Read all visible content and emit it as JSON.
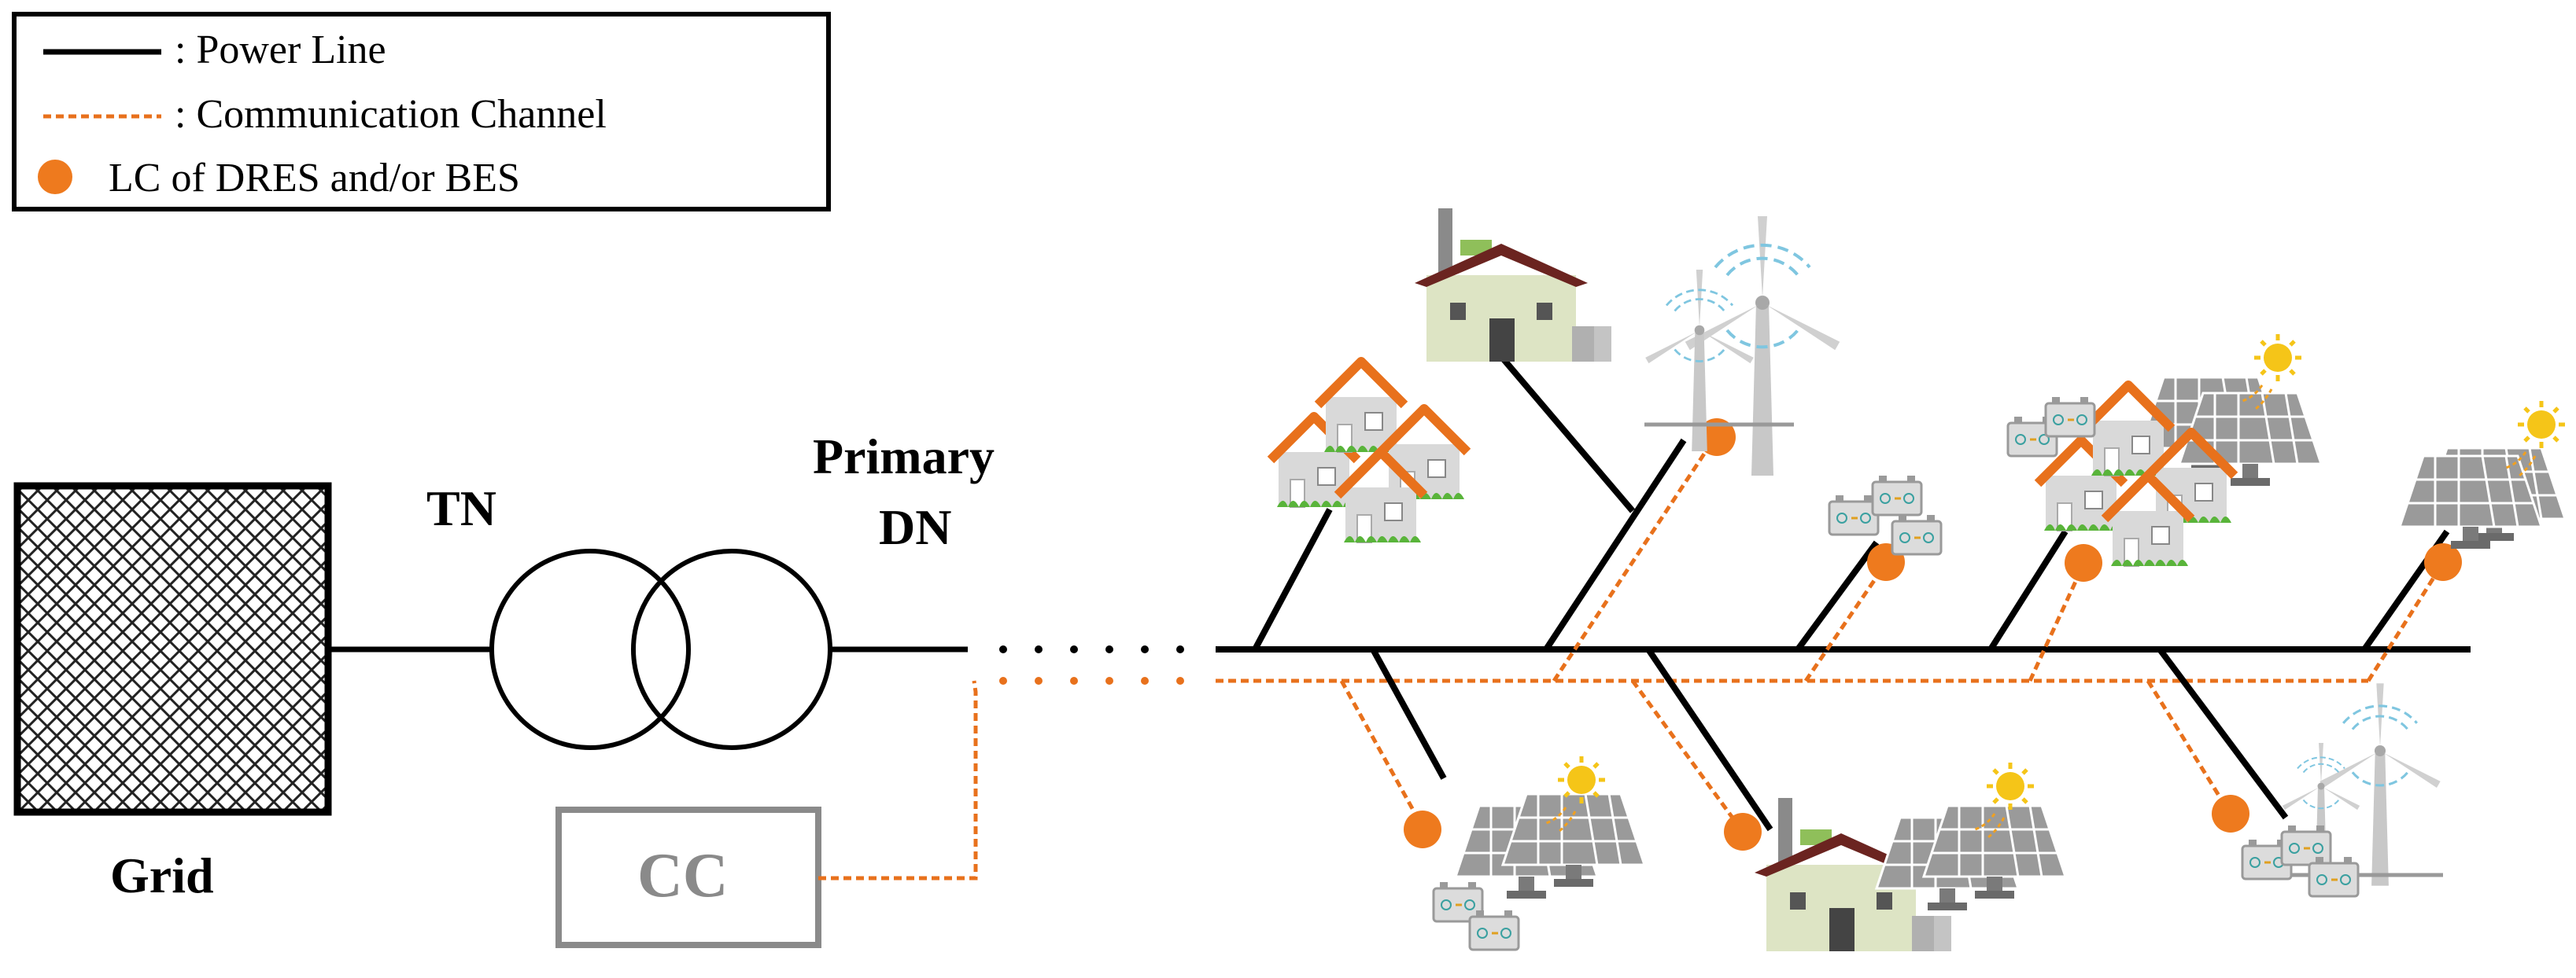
{
  "legend": {
    "power_line": ": Power Line",
    "communication_channel": ": Communication Channel",
    "lc": "LC of DRES and/or BES"
  },
  "labels": {
    "grid": "Grid",
    "tn": "TN",
    "primary": "Primary",
    "dn": "DN",
    "cc": "CC"
  },
  "colors": {
    "power_line": "#000000",
    "communication": "#E8711C",
    "lc_node": "#EE7A1E",
    "cc_box": "#8A8A8A",
    "roof": "#E8711C",
    "roof_dark": "#6B2420",
    "house_wall": "#DDE4C4",
    "panel": "#9C9C9C",
    "sun": "#F5C518",
    "turbine": "#BDBDBD",
    "turbine_waves": "#7FC6E0",
    "grass": "#59B43A"
  },
  "icons": {
    "grid": "hatched-grid-block-icon",
    "transformer": "transformer-icon",
    "houses": "house-cluster-icon",
    "factory": "factory-house-icon",
    "wind": "wind-turbine-icon",
    "solar": "solar-panel-icon",
    "battery": "battery-icon",
    "lc": "lc-node-icon"
  }
}
